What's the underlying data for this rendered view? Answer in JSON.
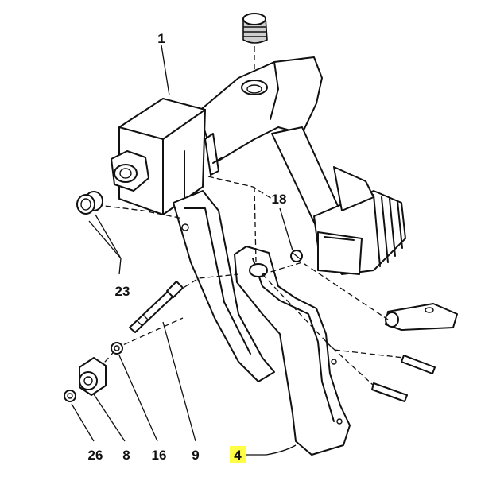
{
  "callouts": {
    "c1": "1",
    "c18": "18",
    "c23": "23",
    "c26": "26",
    "c8": "8",
    "c16": "16",
    "c9": "9",
    "c4": "4"
  },
  "highlight": {
    "callout": "4",
    "color": "#ffff44"
  }
}
